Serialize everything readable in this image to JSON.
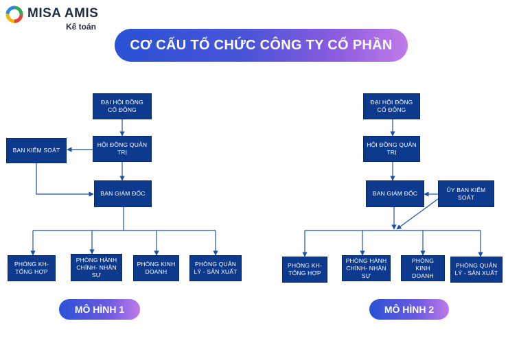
{
  "brand": {
    "name": "MISA AMIS",
    "sub": "Kế toán"
  },
  "title": "CƠ CẤU TỔ CHỨC CÔNG TY CỔ PHẦN",
  "model1": {
    "label": "MÔ HÌNH 1",
    "shareholders": "ĐẠI HỘI ĐỒNG CỔ ĐÔNG",
    "board": "HỘI ĐỒNG QUẢN TRỊ",
    "supervisory": "BAN KIỂM SOÁT",
    "directors": "BAN GIÁM ĐỐC",
    "departments": [
      "PHÒNG KH- TỔNG HỢP",
      "PHÒNG HÀNH CHÍNH- NHÂN SỰ",
      "PHÒNG KINH DOANH",
      "PHÒNG QUẢN LÝ - SẢN XUẤT"
    ]
  },
  "model2": {
    "label": "MÔ HÌNH 2",
    "shareholders": "ĐẠI HỘI ĐỒNG CỔ ĐÔNG",
    "board": "HỘI ĐỒNG QUẢN TRỊ",
    "directors": "BAN GIÁM ĐỐC",
    "audit_committee": "ỦY BAN KIỂM SOÁT",
    "departments": [
      "PHÒNG KH- TỔNG HỢP",
      "PHÒNG HÀNH CHÍNH- NHÂN SỰ",
      "PHÒNG KINH DOANH",
      "PHÒNG QUẢN LÝ - SẢN XUẤT"
    ]
  },
  "colors": {
    "box": "#0d3a8c",
    "line": "#1a4fa8",
    "pill_start": "#2a52d6",
    "pill_end": "#c07ae8"
  }
}
